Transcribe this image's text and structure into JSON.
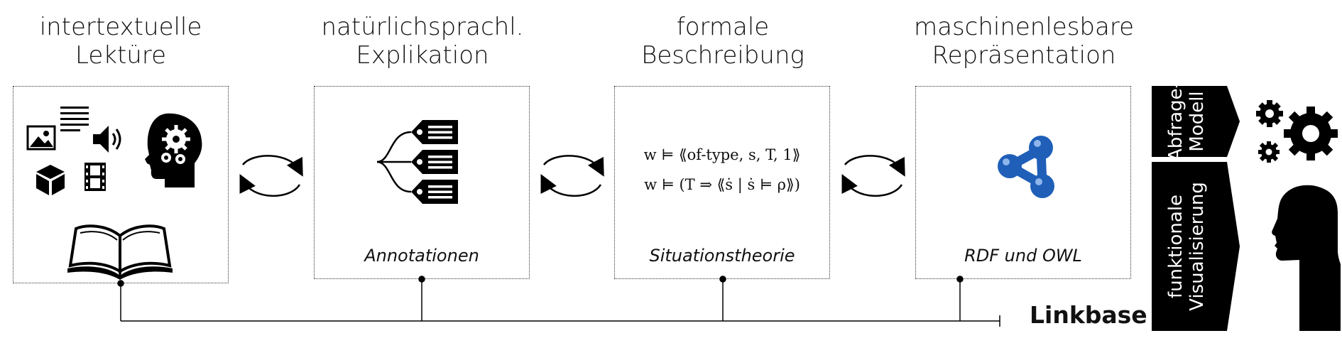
{
  "stages": [
    {
      "line1": "intertextuelle",
      "line2": "Lektüre",
      "caption": ""
    },
    {
      "line1": "natürlichsprachl.",
      "line2": "Explikation",
      "caption": "Annotationen"
    },
    {
      "line1": "formale",
      "line2": "Beschreibung",
      "caption": "Situationstheorie"
    },
    {
      "line1": "maschinenlesbare",
      "line2": "Repräsentation",
      "caption": "RDF und OWL"
    }
  ],
  "formulas": {
    "line1": "w ⊨ ⟪of-type, s, T, 1⟫",
    "line2": "w ⊨ (T ⇒ ⟪ṡ | ṡ ⊨ ρ⟫)"
  },
  "side_tabs": [
    {
      "line1": "Abfrage-",
      "line2": "Modell"
    },
    {
      "line1": "funktionale",
      "line2": "Visualisierung"
    }
  ],
  "linkbase": "Linkbase",
  "colors": {
    "rdf_blue": "#1f5fb8",
    "ink": "#000000"
  },
  "icons": [
    "image-icon",
    "text-lines-icon",
    "speaker-icon",
    "head-gears-icon",
    "cube-icon",
    "film-icon",
    "book-icon",
    "tags-icon",
    "rdf-icon",
    "gears-icon",
    "head-profile-icon",
    "cycle-arrows-icon"
  ]
}
